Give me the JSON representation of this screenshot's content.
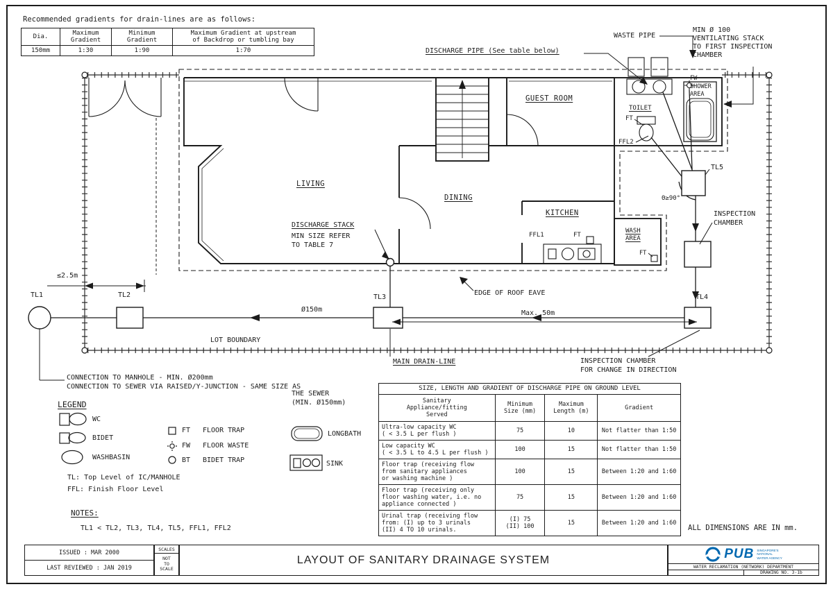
{
  "colors": {
    "ink": "#1b1b1b",
    "pub_blue": "#0068b0"
  },
  "gradient_table": {
    "title": "Recommended gradients for drain-lines are as follows:",
    "col_dia": "Dia.",
    "col_max": "Maximum\nGradient",
    "col_min": "Minimum\nGradient",
    "col_backdrop": "Maximum Gradient at upstream\nof Backdrop or tumbling bay",
    "row_dia": "150mm",
    "row_max": "1:30",
    "row_min": "1:90",
    "row_backdrop": "1:70"
  },
  "labels": {
    "waste_pipe": "WASTE PIPE",
    "vent_stack": "MIN Ø 100\nVENTILATING STACK\nTO FIRST INSPECTION\nCHAMBER",
    "discharge_pipe": "DISCHARGE PIPE (See table below)",
    "guest_room": "GUEST ROOM",
    "living": "LIVING",
    "dining": "DINING",
    "kitchen": "KITCHEN",
    "toilet": "TOILET",
    "fw": "FW",
    "shower_area": "SHOWER\nAREA",
    "ft_toilet": "FT",
    "ffl2": "FFL2",
    "tl5": "TL5",
    "angle": "Θ≥90°",
    "inspection_chamber": "INSPECTION\nCHAMBER",
    "ffl1": "FFL1",
    "ft_kitchen": "FT",
    "wash_area": "WASH\nAREA",
    "ft_wash": "FT",
    "discharge_stack": "DISCHARGE STACK",
    "discharge_stack_note": "MIN SIZE REFER\nTO TABLE 7",
    "dim_boundary": "≤2.5m",
    "tl1": "TL1",
    "tl2": "TL2",
    "tl3": "TL3",
    "tl4": "TL4",
    "pipe_dia": "Ø150m",
    "edge_roof_eave": "EDGE OF ROOF EAVE",
    "max_50": "Max. 50m",
    "lot_boundary": "LOT BOUNDARY",
    "main_drain_line": "MAIN DRAIN-LINE",
    "ic_change": "INSPECTION CHAMBER\nFOR CHANGE IN DIRECTION",
    "conn_manhole": "CONNECTION TO MANHOLE - MIN. Ø200mm",
    "conn_sewer": "CONNECTION TO SEWER VIA RAISED/Y-JUNCTION - SAME SIZE AS",
    "conn_sewer_cont": "THE SEWER\n(MIN. Ø150mm)"
  },
  "legend": {
    "title": "LEGEND",
    "wc": "WC",
    "bidet": "BIDET",
    "washbasin": "WASHBASIN",
    "ft_abbr": "FT",
    "ft_label": "FLOOR TRAP",
    "fw_abbr": "FW",
    "fw_label": "FLOOR WASTE",
    "bt_abbr": "BT",
    "bt_label": "BIDET TRAP",
    "longbath": "LONGBATH",
    "sink": "SINK",
    "tl_note": "TL: Top Level of IC/MANHOLE",
    "ffl_note": "FFL: Finish Floor Level",
    "notes_title": "NOTES:",
    "note_1": "TL1 < TL2, TL3, TL4, TL5, FFL1, FFL2"
  },
  "discharge_table": {
    "title": "SIZE, LENGTH AND GRADIENT OF DISCHARGE PIPE ON GROUND LEVEL",
    "headers": [
      "Sanitary\nAppliance/fitting\nServed",
      "Minimum\nSize (mm)",
      "Maximum\nLength (m)",
      "Gradient"
    ],
    "rows": [
      [
        "Ultra-low capacity WC\n( < 3.5 L per flush )",
        "75",
        "10",
        "Not flatter than 1:50"
      ],
      [
        "Low capacity WC\n( < 3.5 L to 4.5 L per flush )",
        "100",
        "15",
        "Not flatter than 1:50"
      ],
      [
        "Floor trap (receiving flow\nfrom sanitary appliances\nor washing machine )",
        "100",
        "15",
        "Between 1:20 and 1:60"
      ],
      [
        "Floor trap (receiving only\nfloor washing water, i.e. no\nappliance connected )",
        "75",
        "15",
        "Between 1:20 and 1:60"
      ],
      [
        "Urinal trap (receiving flow\nfrom: (I) up to 3 urinals\n(II) 4 TO 10 urinals.",
        "(I) 75\n(II) 100",
        "15",
        "Between 1:20 and 1:60"
      ]
    ]
  },
  "footer": {
    "all_dims": "ALL DIMENSIONS ARE IN mm.",
    "issued": "ISSUED : MAR 2000",
    "last_reviewed": "LAST REVIEWED : JAN 2019",
    "scales_label": "SCALES",
    "scales_value": "NOT\nTO\nSCALE",
    "drawing_title": "LAYOUT OF SANITARY DRAINAGE SYSTEM",
    "agency_name": "PUB",
    "agency_tagline": "SINGAPORE'S\nNATIONAL\nWATER AGENCY",
    "department": "WATER RECLAMATION (NETWORK) DEPARTMENT",
    "drawing_no": "DRAWING NO. 3-1b"
  }
}
